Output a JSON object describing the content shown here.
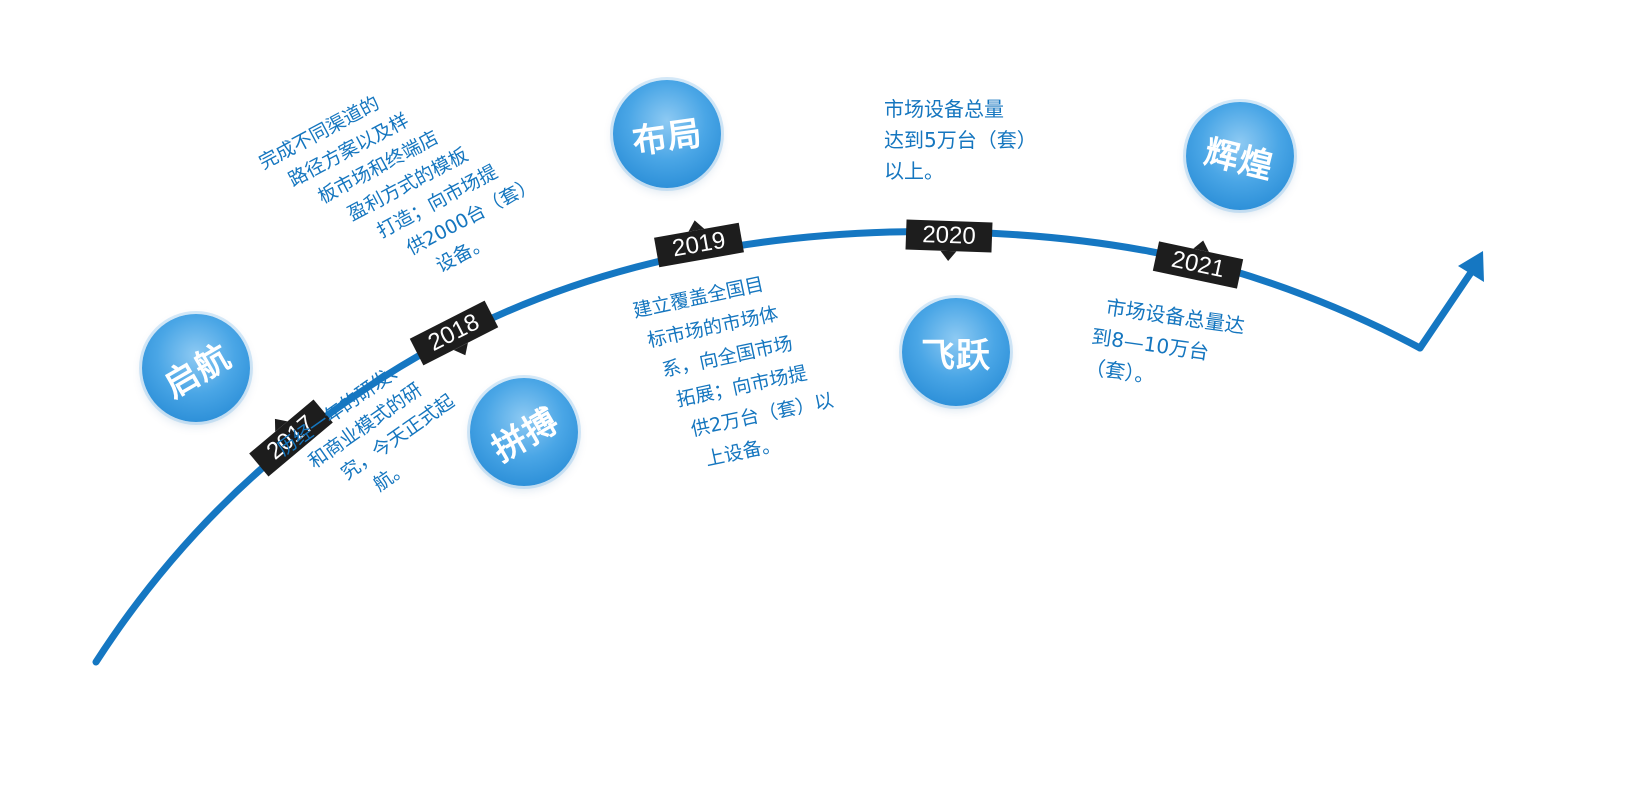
{
  "milestones": [
    {
      "year": "2017",
      "title": "启航",
      "lines": [
        "历经一年的研发、",
        "和商业模式的研",
        "究，今天正式起",
        "航。"
      ]
    },
    {
      "year": "2018",
      "title": "拼搏",
      "lines": [
        "完成不同渠道的",
        "路径方案以及样",
        "板市场和终端店",
        "盈利方式的模板",
        "打造；向市场提",
        "供2000台（套）",
        "设备。"
      ]
    },
    {
      "year": "2019",
      "title": "布局",
      "lines": [
        "建立覆盖全国目",
        "标市场的市场体",
        "系，向全国市场",
        "拓展；向市场提",
        "供2万台（套）以",
        "上设备。"
      ]
    },
    {
      "year": "2020",
      "title": "飞跃",
      "lines": [
        "市场设备总量",
        "达到5万台（套）",
        "以上。"
      ]
    },
    {
      "year": "2021",
      "title": "辉煌",
      "lines": [
        "市场设备总量达",
        "到8—10万台",
        "（套）。"
      ]
    }
  ],
  "colors": {
    "curve": "#1577c2",
    "bubble": "#3d9fe3",
    "tag": "#1d1d1d",
    "text": "#1576bf"
  }
}
